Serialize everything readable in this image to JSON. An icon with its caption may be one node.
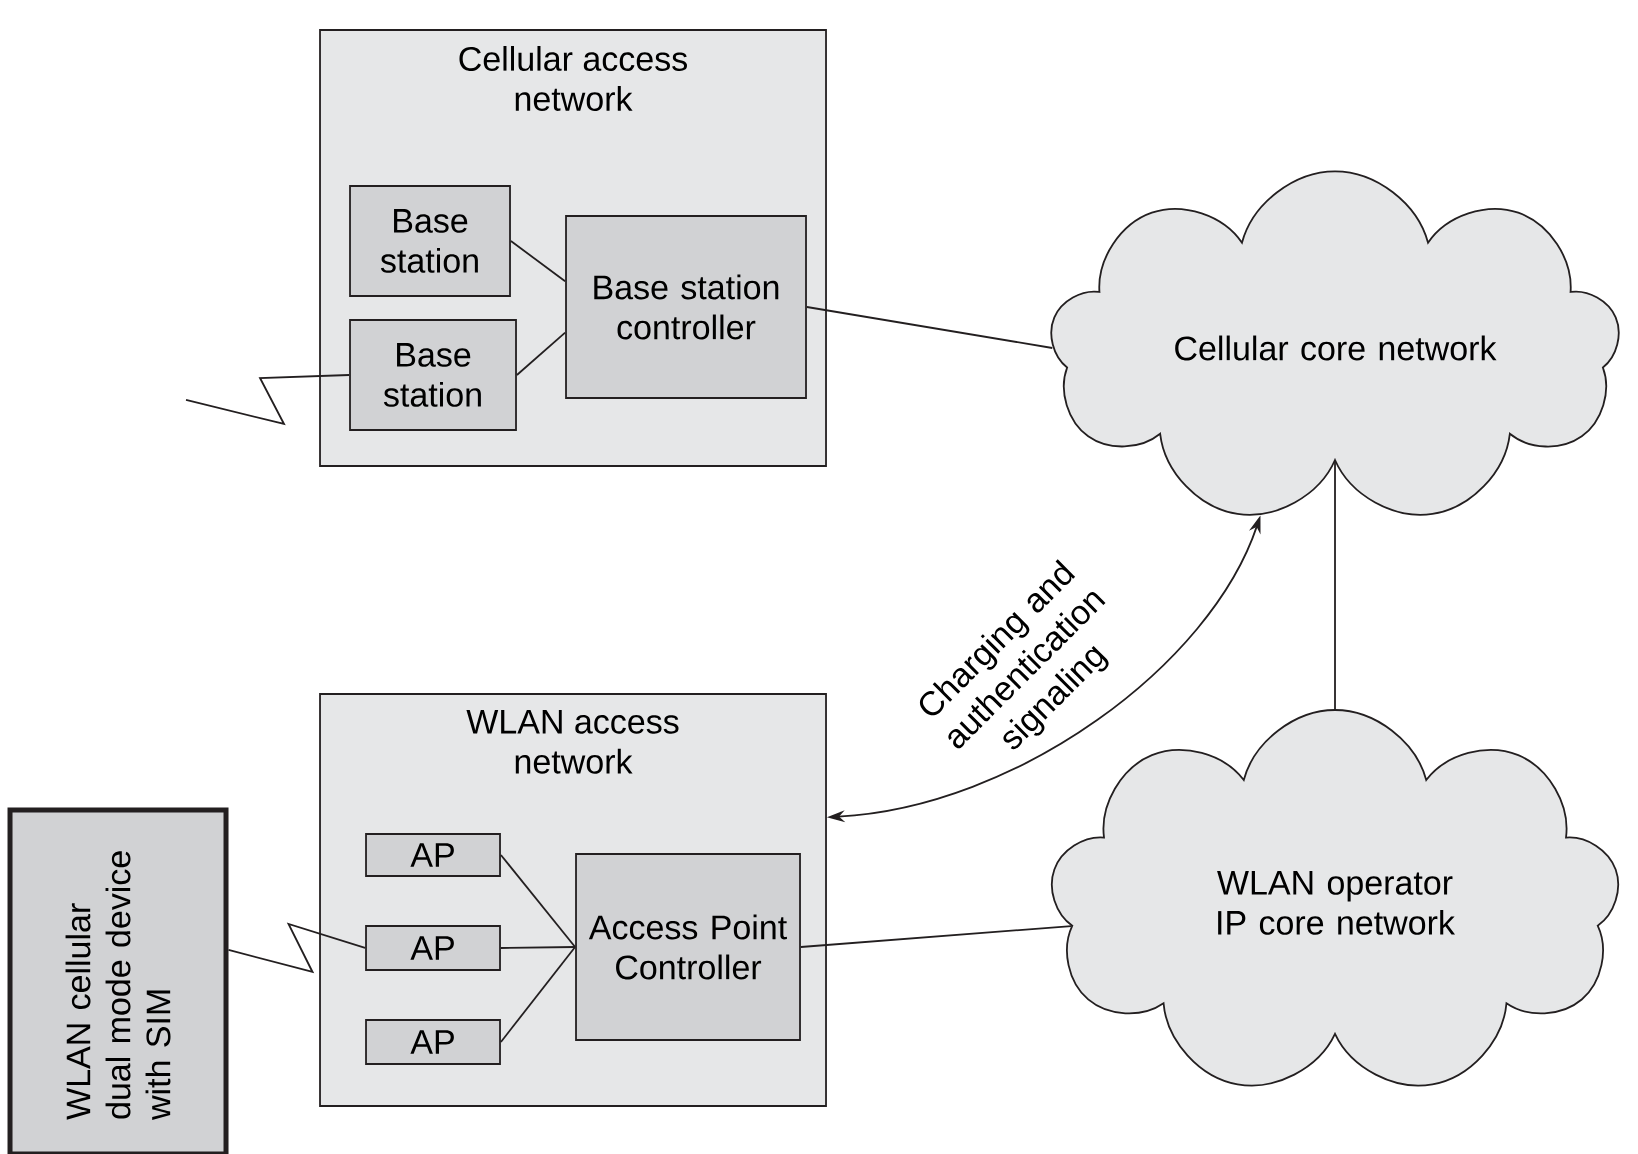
{
  "diagram": {
    "nodes": [
      {
        "text": [
          "Cellular access network"
        ]
      },
      {
        "text": [
          "Base station"
        ],
        "in": 0
      },
      {
        "text": [
          "Base station"
        ],
        "in": 0
      },
      {
        "text": [
          "Base station controller"
        ],
        "in": 0
      },
      {
        "text": [
          "Cellular core network"
        ]
      },
      {
        "text": [
          "WLAN access network"
        ]
      },
      {
        "text": [
          "AP"
        ],
        "in": 5
      },
      {
        "text": [
          "AP"
        ],
        "in": 5
      },
      {
        "text": [
          "AP"
        ],
        "in": 5
      },
      {
        "text": [
          "Access Point Controller"
        ],
        "in": 5
      },
      {
        "text": [
          "WLAN operator IP core network"
        ]
      },
      {
        "text": [
          "WLAN cellular dual mode device with SIM"
        ]
      }
    ],
    "edges": [
      {
        "from": 1,
        "to": 3,
        "arrow": "none"
      },
      {
        "from": 2,
        "to": 3,
        "arrow": "none"
      },
      {
        "from": 3,
        "to": 4,
        "arrow": "none"
      },
      {
        "from": 6,
        "to": 9,
        "arrow": "none"
      },
      {
        "from": 7,
        "to": 9,
        "arrow": "none"
      },
      {
        "from": 8,
        "to": 9,
        "arrow": "none"
      },
      {
        "from": 9,
        "to": 10,
        "arrow": "none"
      },
      {
        "from": 4,
        "to": 10,
        "arrow": "none"
      },
      {
        "from": 11,
        "to": 7,
        "arrow": "none"
      },
      {
        "from": null,
        "to": 2,
        "arrow": "none"
      },
      {
        "from": 5,
        "to": 4,
        "arrow": "both",
        "label": "Charging and authentication signaling"
      }
    ]
  }
}
